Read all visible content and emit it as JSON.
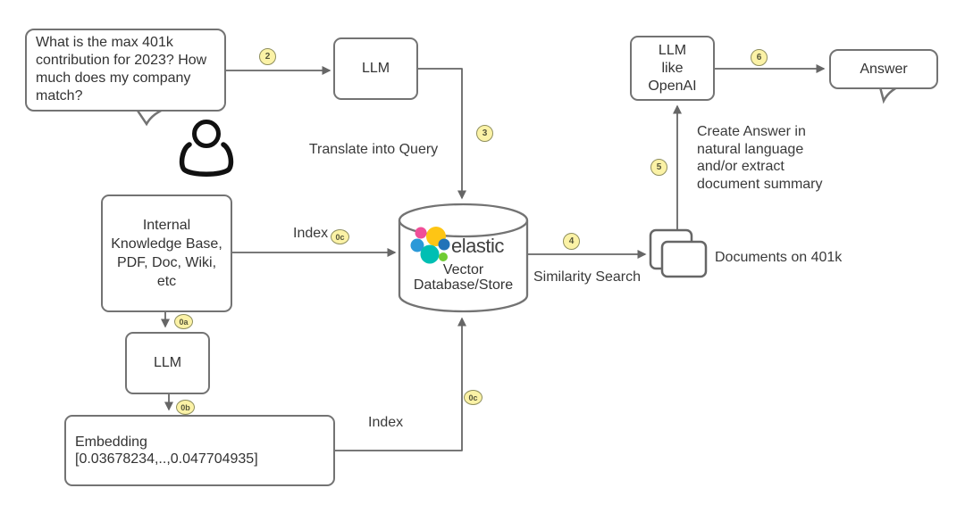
{
  "question_bubble": {
    "text": "What is the max 401k contribution for 2023? How much does my company match?"
  },
  "nodes": {
    "llm_query": "LLM",
    "knowledge_base": "Internal Knowledge Base, PDF, Doc, Wiki, etc",
    "llm_embedding": "LLM",
    "embedding_line1": "Embedding",
    "embedding_line2": "[0.03678234,..,0.047704935]",
    "vector_db_brand": "elastic",
    "vector_db_label": "Vector Database/Store",
    "llm_openai_line1": "LLM",
    "llm_openai_line2": "like",
    "llm_openai_line3": "OpenAI",
    "answer": "Answer",
    "documents_label": "Documents on 401k"
  },
  "edge_labels": {
    "translate": "Translate into Query",
    "index_top": "Index",
    "index_bottom": "Index",
    "similarity_search": "Similarity Search",
    "create_answer": "Create Answer in\nnatural language\nand/or extract\ndocument summary"
  },
  "badges": {
    "step2": "2",
    "step3": "3",
    "step4": "4",
    "step5": "5",
    "step6": "6",
    "step0a": "0a",
    "step0b": "0b",
    "step0c_index": "0c",
    "step0c_embed": "0c"
  },
  "colors": {
    "connector": "#666666",
    "box_border": "#737373",
    "text": "#333333",
    "badge_fill": "#FBF2A6",
    "badge_border": "#8F8F5E",
    "elastic_logo": {
      "pink": "#F04E98",
      "yellow": "#FEC514",
      "blue_light": "#2B99D8",
      "teal": "#00BFB3",
      "green": "#70CC33",
      "blue_dark": "#2173B8"
    }
  }
}
